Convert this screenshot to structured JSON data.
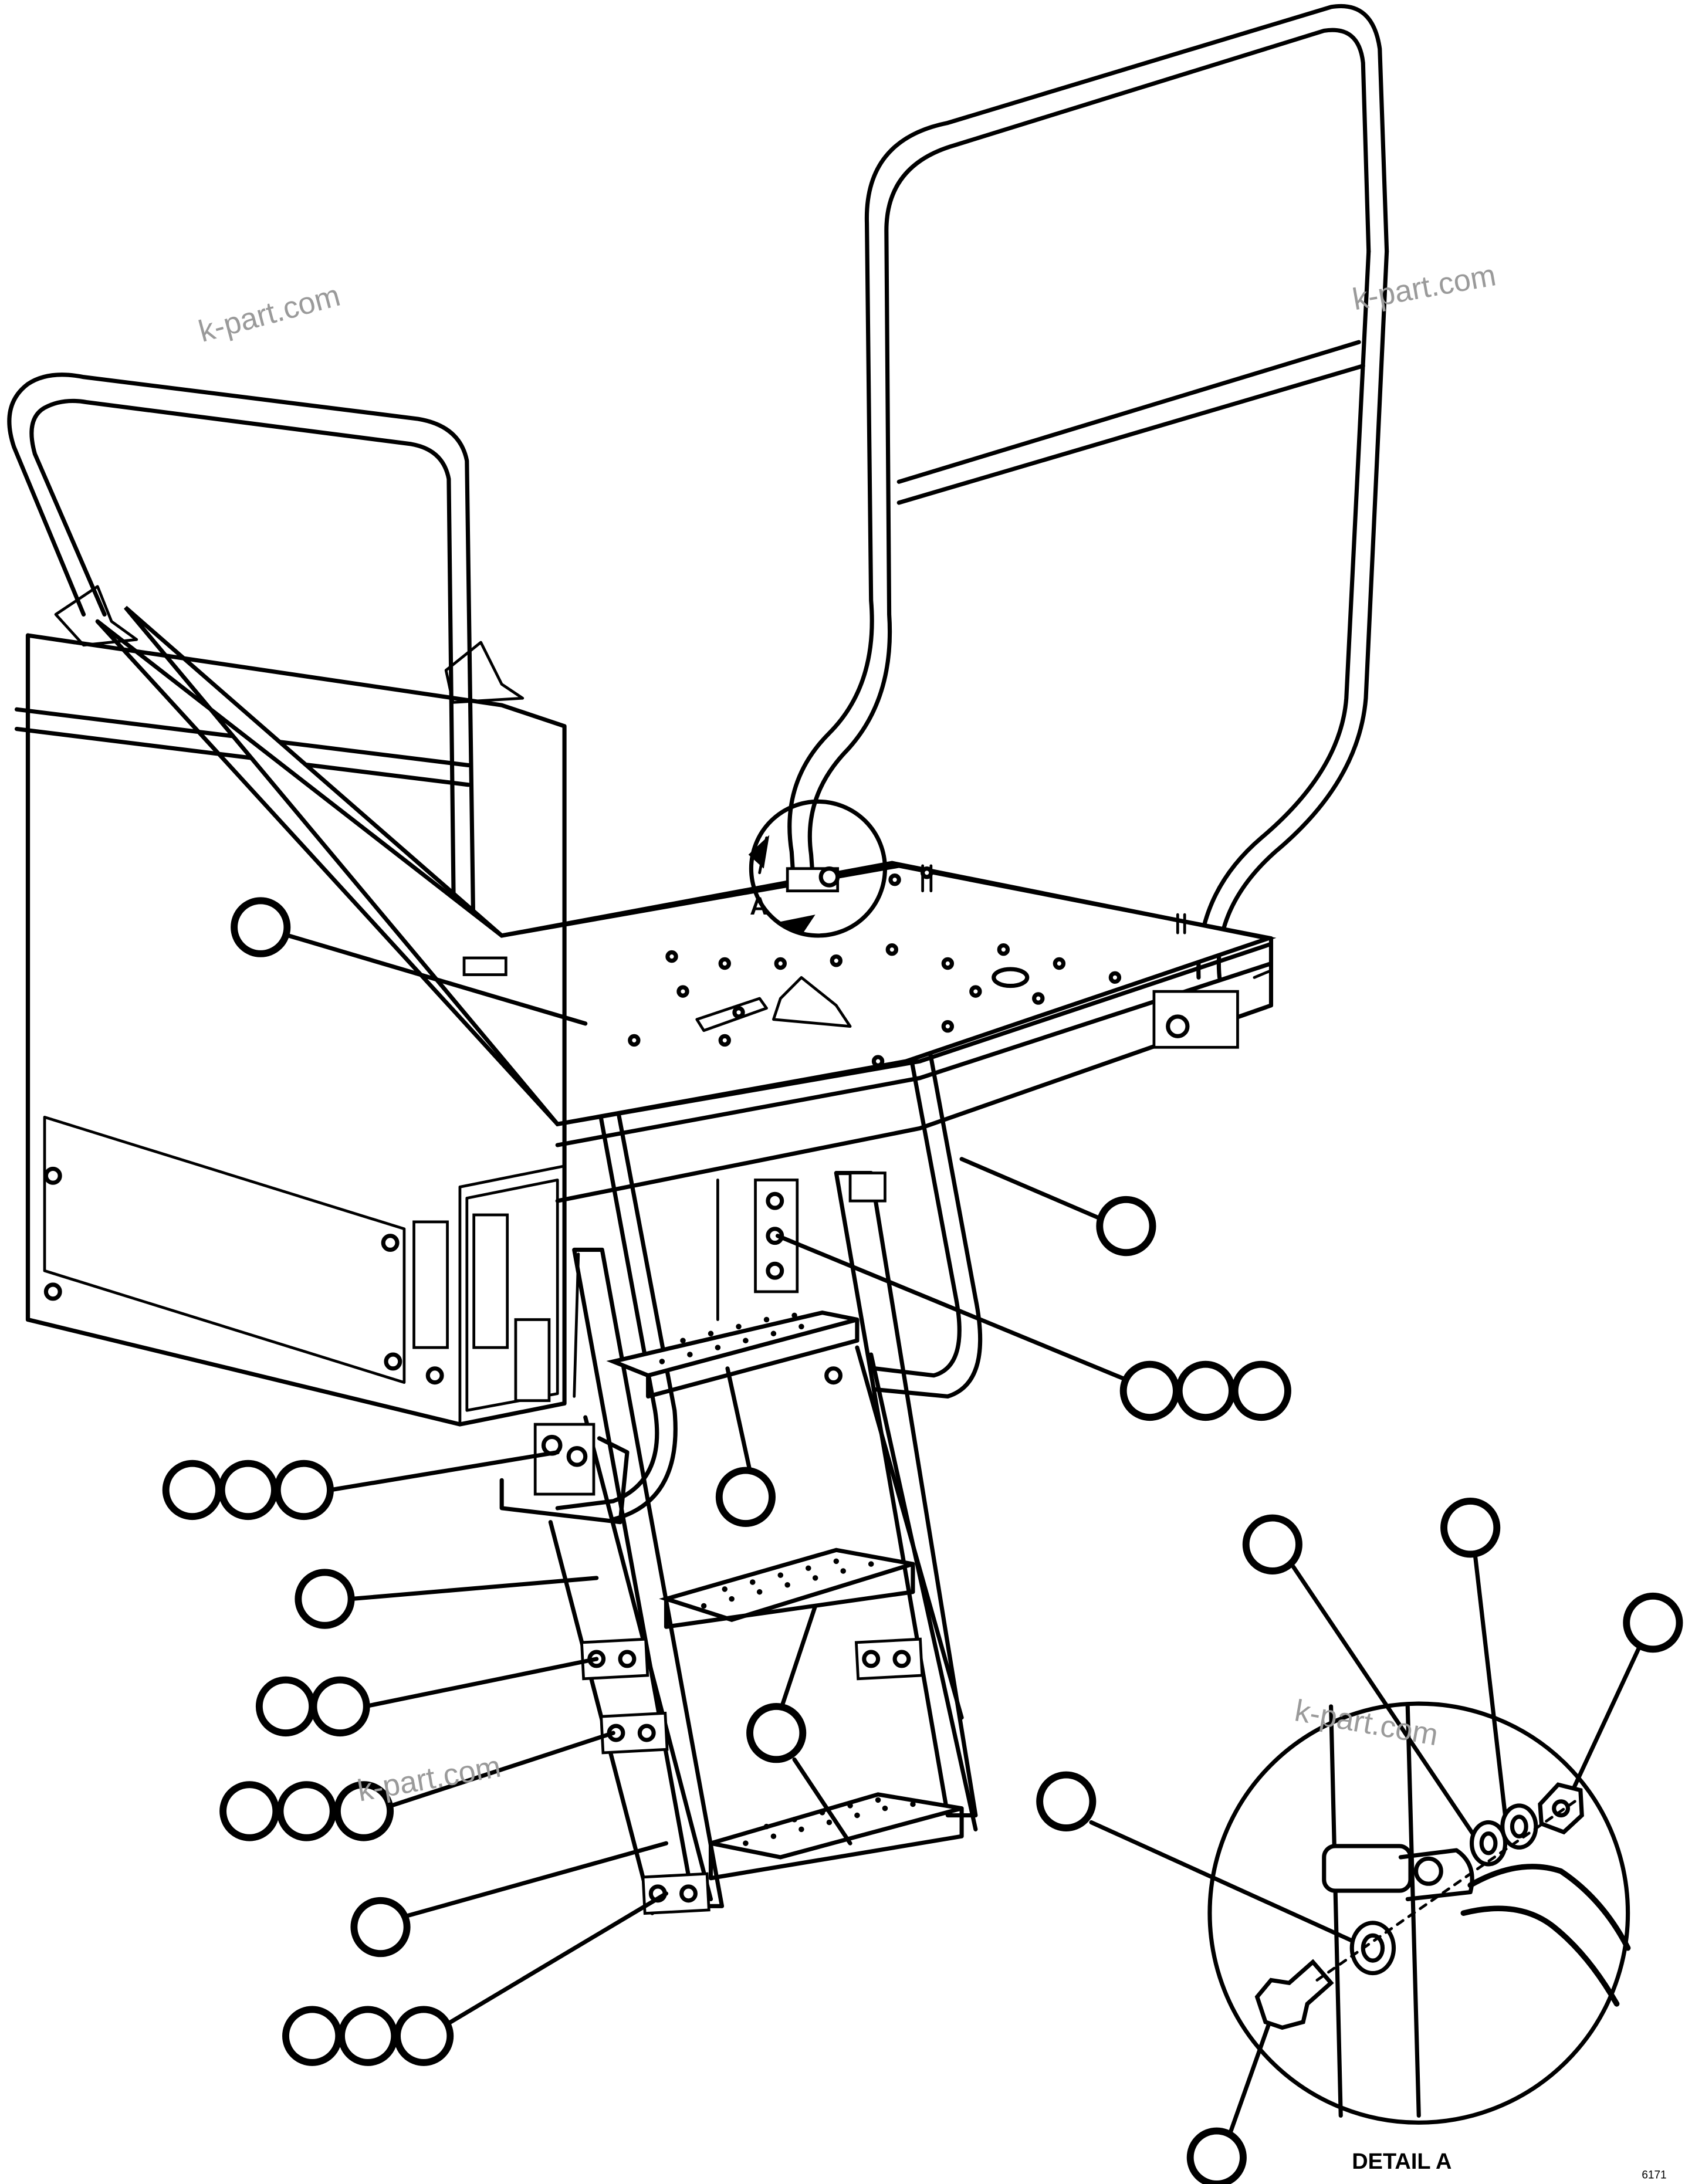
{
  "detail_marker_label": "A",
  "detail_caption": "DETAIL A",
  "figure_code": "6171",
  "watermark": "k-part.com",
  "colors": {
    "line": "#000000",
    "background": "#ffffff",
    "watermark": "#9a9a9a"
  },
  "callouts": [
    {
      "group": "handrail-left-mount",
      "count": 1
    },
    {
      "group": "handrail-right-mount",
      "count": 1
    },
    {
      "group": "upper-bracket-hardware",
      "count": 3
    },
    {
      "group": "ladder-top-hardware",
      "count": 3
    },
    {
      "group": "upper-step",
      "count": 1
    },
    {
      "group": "ladder-side-rail",
      "count": 1
    },
    {
      "group": "rail-bolt-upper",
      "count": 2
    },
    {
      "group": "rail-bolt-lower",
      "count": 3
    },
    {
      "group": "lower-steps",
      "count": 1
    },
    {
      "group": "ladder-side-rail-lower",
      "count": 1
    },
    {
      "group": "bottom-bracket-hardware",
      "count": 3
    },
    {
      "group": "detail-a-washer-left",
      "count": 1
    },
    {
      "group": "detail-a-washer-right",
      "count": 1
    },
    {
      "group": "detail-a-nut",
      "count": 1
    },
    {
      "group": "detail-a-clamp-washer",
      "count": 1
    },
    {
      "group": "detail-a-bolt",
      "count": 1
    }
  ]
}
